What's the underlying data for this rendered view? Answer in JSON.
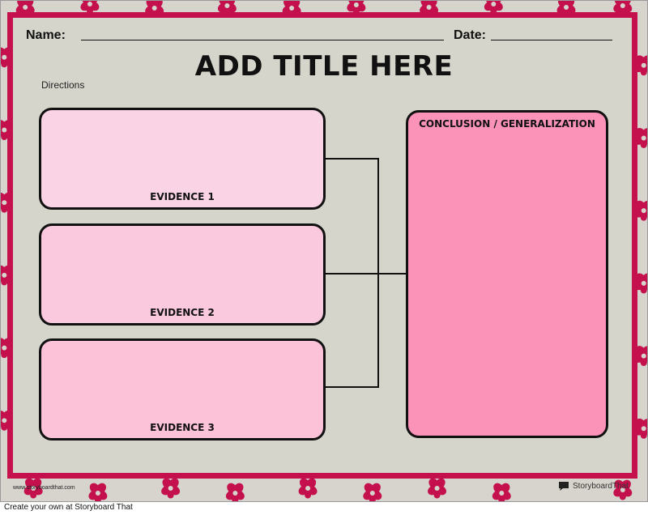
{
  "worksheet": {
    "name_label": "Name:",
    "date_label": "Date:",
    "title": "ADD TITLE HERE",
    "directions": "Directions",
    "evidence": [
      {
        "label": "EVIDENCE 1",
        "color": "#fad4e4"
      },
      {
        "label": "EVIDENCE 2",
        "color": "#fac9dd"
      },
      {
        "label": "EVIDENCE 3",
        "color": "#fbc2d8"
      }
    ],
    "conclusion": {
      "label": "CONCLUSION / GENERALIZATION",
      "color": "#fb93b8"
    }
  },
  "colors": {
    "border": "#c4104d",
    "background": "#d6d5cb",
    "damask": "#c4104d"
  },
  "watermark": {
    "url": "www.storyboardthat.com",
    "brand": "StoryboardThat",
    "icon": "storyboard-logo-icon"
  },
  "footer": {
    "credit": "Create your own at Storyboard That"
  }
}
